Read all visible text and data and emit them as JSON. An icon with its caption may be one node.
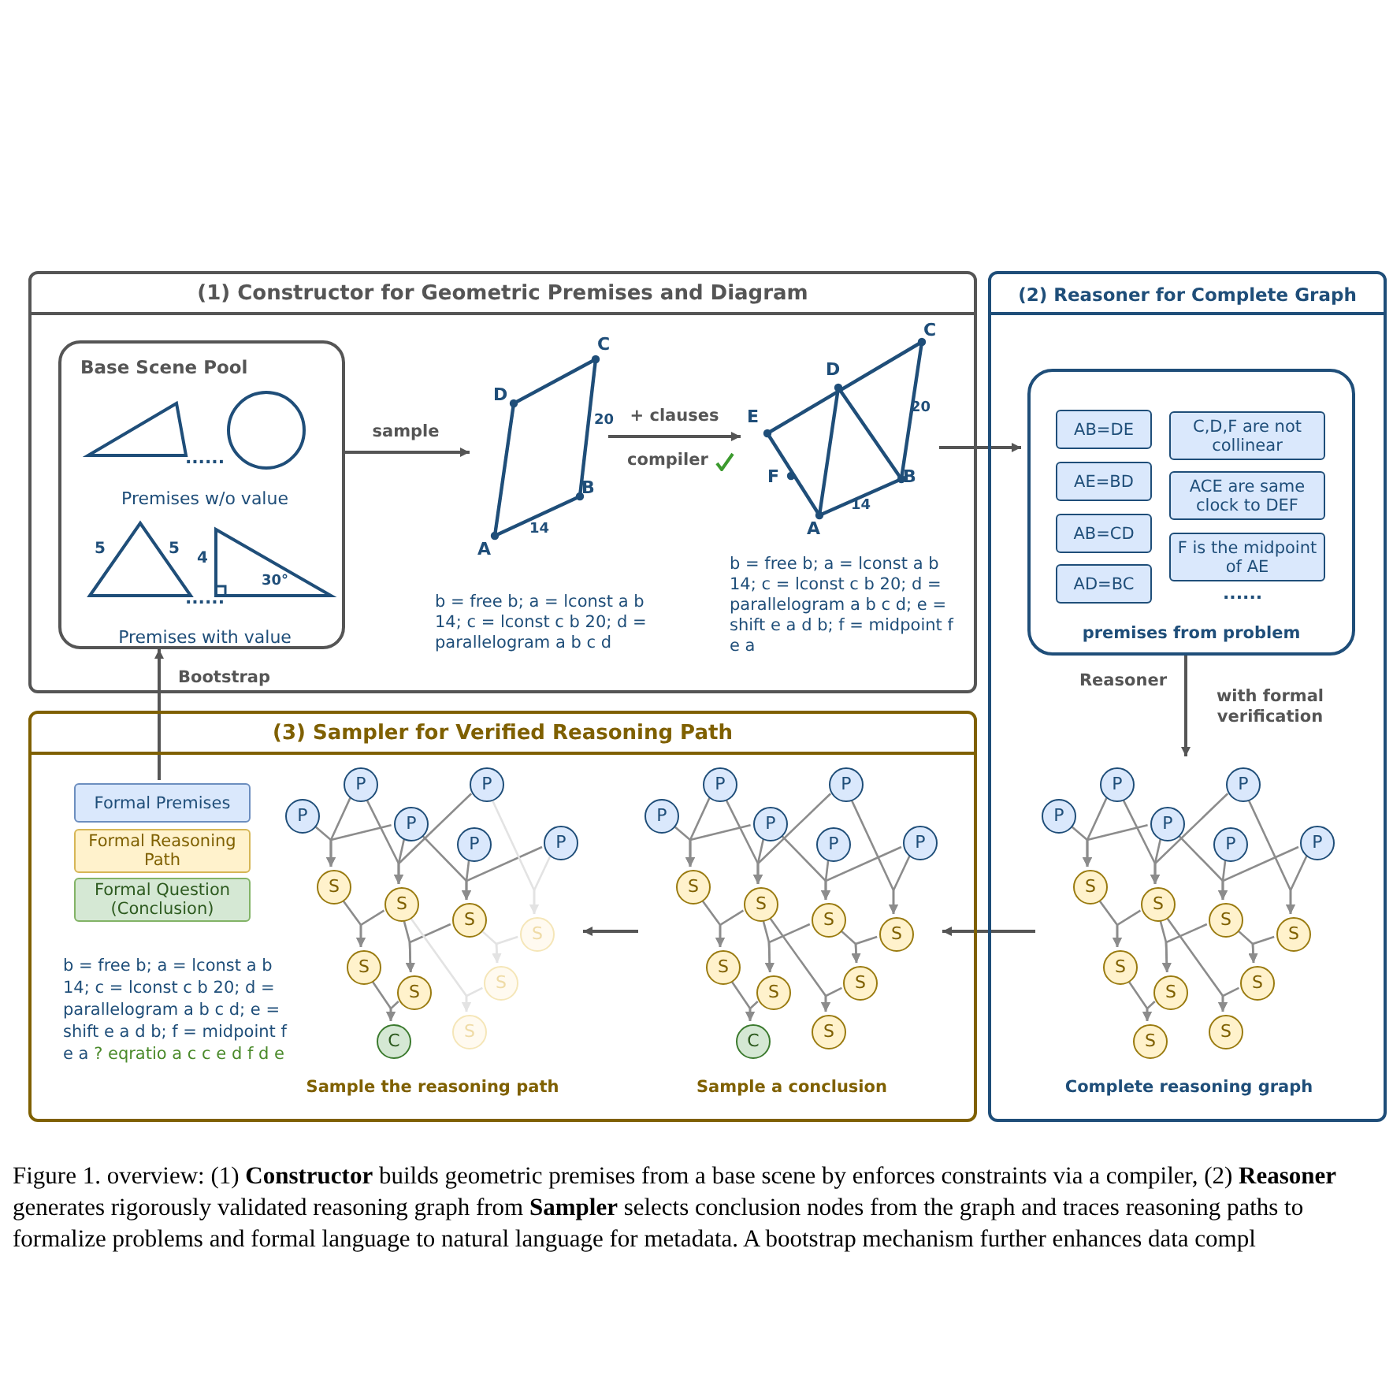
{
  "diagram": {
    "caption": "Figure 1.  overview: (1) **Constructor** builds geometric premises from a base scene by enforces constraints via a compiler, (2) **Reasoner** generates rigorously validated reasoning graph from **Sampler** selects conclusion nodes from the graph and traces reasoning paths to formalize problems and formal language to natural language for metadata. A bootstrap mechanism further enhances data compl",
    "nodes": [
      {
        "text": [
          "(1) Constructor for Geometric Premises and Diagram"
        ]
      },
      {
        "text": [
          "Base Scene Pool",
          "......",
          "Premises w/o value",
          "......",
          "Premises with value"
        ],
        "in": 0
      },
      {
        "text": [],
        "shape": "parallelogram",
        "in": 0,
        "beside": [
          "b = free b; a = lconst a b 14; c = lconst c b 20; d = parallelogram a b c d"
        ]
      },
      {
        "text": [],
        "shape": "parallelogram",
        "in": 0,
        "beside": [
          "b = free b; a = lconst a b 14; c = lconst c b 20; d = parallelogram a b c d; e = shift e a d b; f = midpoint f e a"
        ]
      },
      {
        "text": [
          "(2) Reasoner for Complete Graph"
        ]
      },
      {
        "text": [
          "premises from problem"
        ],
        "in": 4
      },
      {
        "text": [
          "AB=DE"
        ],
        "in": 5
      },
      {
        "text": [
          "C,D,F are not collinear"
        ],
        "in": 5
      },
      {
        "text": [
          "AE=BD"
        ],
        "in": 5
      },
      {
        "text": [
          "ACE are same clock to DEF"
        ],
        "in": 5
      },
      {
        "text": [
          "AB=CD"
        ],
        "in": 5
      },
      {
        "text": [
          "F is the midpoint of AE"
        ],
        "in": 5
      },
      {
        "text": [
          "AD=BC"
        ],
        "in": 5
      },
      {
        "text": [
          "Complete reasoning graph"
        ],
        "in": 4
      },
      {
        "text": [
          "P"
        ],
        "in": 13
      },
      {
        "text": [
          "P"
        ],
        "in": 13
      },
      {
        "text": [
          "P"
        ],
        "in": 13
      },
      {
        "text": [
          "P"
        ],
        "in": 13
      },
      {
        "text": [
          "P"
        ],
        "in": 13
      },
      {
        "text": [
          "P"
        ],
        "in": 13
      },
      {
        "text": [
          "S"
        ],
        "in": 13
      },
      {
        "text": [
          "S"
        ],
        "in": 13
      },
      {
        "text": [
          "S"
        ],
        "in": 13
      },
      {
        "text": [
          "S"
        ],
        "in": 13
      },
      {
        "text": [
          "S"
        ],
        "in": 13
      },
      {
        "text": [
          "S"
        ],
        "in": 13
      },
      {
        "text": [
          "S"
        ],
        "in": 13
      },
      {
        "text": [
          "S"
        ],
        "in": 13
      },
      {
        "text": [
          "S"
        ],
        "in": 13
      },
      {
        "text": [
          "(3) Sampler for Verified Reasoning Path"
        ]
      },
      {
        "text": [
          "Formal Premises"
        ],
        "in": 29
      },
      {
        "text": [
          "Formal Reasoning Path"
        ],
        "in": 29
      },
      {
        "text": [
          "Formal Question (Conclusion)"
        ],
        "in": 29
      },
      {
        "text": [
          "Sample the reasoning path"
        ],
        "in": 29
      },
      {
        "text": [
          "P"
        ],
        "in": 33
      },
      {
        "text": [
          "P"
        ],
        "in": 33
      },
      {
        "text": [
          "P"
        ],
        "in": 33
      },
      {
        "text": [
          "P"
        ],
        "in": 33
      },
      {
        "text": [
          "P"
        ],
        "in": 33
      },
      {
        "text": [
          "P"
        ],
        "in": 33
      },
      {
        "text": [
          "S"
        ],
        "in": 33
      },
      {
        "text": [
          "S"
        ],
        "in": 33
      },
      {
        "text": [
          "S"
        ],
        "in": 33
      },
      {
        "text": [
          "S"
        ],
        "in": 33
      },
      {
        "text": [
          "S"
        ],
        "in": 33
      },
      {
        "text": [
          "S"
        ],
        "in": 33
      },
      {
        "text": [
          "S"
        ],
        "in": 33
      },
      {
        "text": [
          "C"
        ],
        "in": 33
      },
      {
        "text": [
          "S"
        ],
        "in": 33
      },
      {
        "text": [
          "Sample a conclusion"
        ],
        "in": 29
      },
      {
        "text": [
          "P"
        ],
        "in": 49
      },
      {
        "text": [
          "P"
        ],
        "in": 49
      },
      {
        "text": [
          "P"
        ],
        "in": 49
      },
      {
        "text": [
          "P"
        ],
        "in": 49
      },
      {
        "text": [
          "P"
        ],
        "in": 49
      },
      {
        "text": [
          "P"
        ],
        "in": 49
      },
      {
        "text": [
          "S"
        ],
        "in": 49
      },
      {
        "text": [
          "S"
        ],
        "in": 49
      },
      {
        "text": [
          "S"
        ],
        "in": 49
      },
      {
        "text": [
          "S"
        ],
        "in": 49
      },
      {
        "text": [
          "S"
        ],
        "in": 49
      },
      {
        "text": [
          "S"
        ],
        "in": 49
      },
      {
        "text": [
          "S"
        ],
        "in": 49
      },
      {
        "text": [
          "C"
        ],
        "in": 49
      },
      {
        "text": [
          "S"
        ],
        "in": 49
      }
    ],
    "edges": [
      {
        "from": 1,
        "to": 2,
        "arrow": "to",
        "label": "sample",
        "color": "#555555"
      },
      {
        "from": 2,
        "to": 3,
        "arrow": "to",
        "label": "+ clauses",
        "color": "#555555"
      },
      {
        "from": 3,
        "to": 5,
        "arrow": "to",
        "color": "#555555"
      },
      {
        "from": 5,
        "to": 13,
        "arrow": "to",
        "label": "Reasoner",
        "color": "#555555"
      },
      {
        "from": 14,
        "to": 20,
        "arrow": "to"
      },
      {
        "from": 15,
        "to": 20,
        "arrow": "to"
      },
      {
        "from": 16,
        "to": 20,
        "arrow": "to"
      },
      {
        "from": 15,
        "to": 21,
        "arrow": "to"
      },
      {
        "from": 16,
        "to": 21,
        "arrow": "to"
      },
      {
        "from": 17,
        "to": 21,
        "arrow": "to"
      },
      {
        "from": 16,
        "to": 22,
        "arrow": "to"
      },
      {
        "from": 18,
        "to": 22,
        "arrow": "to"
      },
      {
        "from": 19,
        "to": 22,
        "arrow": "to"
      },
      {
        "from": 17,
        "to": 23,
        "arrow": "to"
      },
      {
        "from": 19,
        "to": 23,
        "arrow": "to"
      },
      {
        "from": 20,
        "to": 24,
        "arrow": "to"
      },
      {
        "from": 21,
        "to": 24,
        "arrow": "to"
      },
      {
        "from": 21,
        "to": 25,
        "arrow": "to"
      },
      {
        "from": 22,
        "to": 25,
        "arrow": "to"
      },
      {
        "from": 22,
        "to": 26,
        "arrow": "to"
      },
      {
        "from": 23,
        "to": 26,
        "arrow": "to"
      },
      {
        "from": 24,
        "to": 27,
        "arrow": "to"
      },
      {
        "from": 25,
        "to": 27,
        "arrow": "to"
      },
      {
        "from": 21,
        "to": 28,
        "arrow": "to"
      },
      {
        "from": 26,
        "to": 28,
        "arrow": "to"
      },
      {
        "from": 13,
        "to": 49,
        "arrow": "to",
        "color": "#555555"
      },
      {
        "from": 49,
        "to": 33,
        "arrow": "to",
        "color": "#555555"
      },
      {
        "from": 34,
        "to": 40,
        "arrow": "to"
      },
      {
        "from": 35,
        "to": 40,
        "arrow": "to"
      },
      {
        "from": 36,
        "to": 40,
        "arrow": "to"
      },
      {
        "from": 35,
        "to": 41,
        "arrow": "to"
      },
      {
        "from": 36,
        "to": 41,
        "arrow": "to"
      },
      {
        "from": 37,
        "to": 41,
        "arrow": "to"
      },
      {
        "from": 36,
        "to": 42,
        "arrow": "to"
      },
      {
        "from": 38,
        "to": 42,
        "arrow": "to"
      },
      {
        "from": 39,
        "to": 42,
        "arrow": "to"
      },
      {
        "from": 37,
        "to": 43,
        "arrow": "to",
        "color": "#e3e3e3"
      },
      {
        "from": 39,
        "to": 43,
        "arrow": "to",
        "color": "#e3e3e3"
      },
      {
        "from": 40,
        "to": 44,
        "arrow": "to"
      },
      {
        "from": 41,
        "to": 44,
        "arrow": "to"
      },
      {
        "from": 41,
        "to": 45,
        "arrow": "to"
      },
      {
        "from": 42,
        "to": 45,
        "arrow": "to"
      },
      {
        "from": 42,
        "to": 46,
        "arrow": "to",
        "color": "#e3e3e3"
      },
      {
        "from": 43,
        "to": 46,
        "arrow": "to",
        "color": "#e3e3e3"
      },
      {
        "from": 44,
        "to": 47,
        "arrow": "to"
      },
      {
        "from": 45,
        "to": 47,
        "arrow": "to"
      },
      {
        "from": 41,
        "to": 48,
        "arrow": "to",
        "color": "#e3e3e3"
      },
      {
        "from": 46,
        "to": 48,
        "arrow": "to",
        "color": "#e3e3e3"
      },
      {
        "from": 50,
        "to": 56,
        "arrow": "to"
      },
      {
        "from": 51,
        "to": 56,
        "arrow": "to"
      },
      {
        "from": 52,
        "to": 56,
        "arrow": "to"
      },
      {
        "from": 51,
        "to": 57,
        "arrow": "to"
      },
      {
        "from": 52,
        "to": 57,
        "arrow": "to"
      },
      {
        "from": 53,
        "to": 57,
        "arrow": "to"
      },
      {
        "from": 52,
        "to": 58,
        "arrow": "to"
      },
      {
        "from": 54,
        "to": 58,
        "arrow": "to"
      },
      {
        "from": 55,
        "to": 58,
        "arrow": "to"
      },
      {
        "from": 53,
        "to": 59,
        "arrow": "to"
      },
      {
        "from": 55,
        "to": 59,
        "arrow": "to"
      },
      {
        "from": 56,
        "to": 60,
        "arrow": "to"
      },
      {
        "from": 57,
        "to": 60,
        "arrow": "to"
      },
      {
        "from": 57,
        "to": 61,
        "arrow": "to"
      },
      {
        "from": 58,
        "to": 61,
        "arrow": "to"
      },
      {
        "from": 58,
        "to": 62,
        "arrow": "to"
      },
      {
        "from": 59,
        "to": 62,
        "arrow": "to"
      },
      {
        "from": 60,
        "to": 63,
        "arrow": "to"
      },
      {
        "from": 61,
        "to": 63,
        "arrow": "to"
      },
      {
        "from": 57,
        "to": 64,
        "arrow": "to"
      },
      {
        "from": 62,
        "to": 64,
        "arrow": "to"
      },
      {
        "from": 30,
        "to": 1,
        "arrow": "to",
        "label": "Bootstrap",
        "color": "#555555"
      }
    ],
    "labels": [
      "5",
      "5",
      "4",
      "30°",
      "C",
      "D",
      "20",
      "B",
      "14",
      "A",
      "compiler",
      "C",
      "D",
      "E",
      "20",
      "F",
      "B",
      "14",
      "A",
      "......",
      "with formal verification",
      "b = free b; a = lconst a b 14; c = lconst c b 20; d = parallelogram a b c d; e = shift e a d b; f = midpoint f e a",
      "? eqratio a c c e d f d e"
    ]
  }
}
